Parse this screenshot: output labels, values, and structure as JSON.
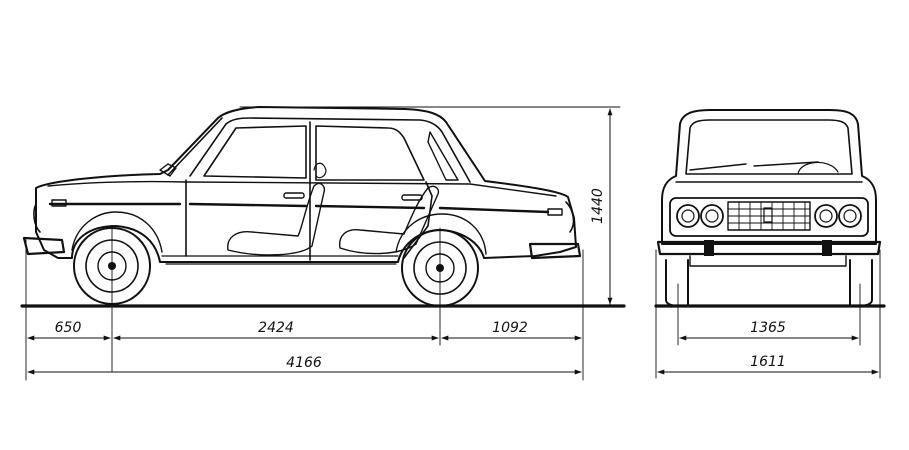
{
  "dimensions": {
    "front_overhang": "650",
    "wheelbase": "2424",
    "rear_overhang": "1092",
    "overall_length": "4166",
    "height": "1440",
    "track": "1365",
    "overall_width": "1611"
  }
}
